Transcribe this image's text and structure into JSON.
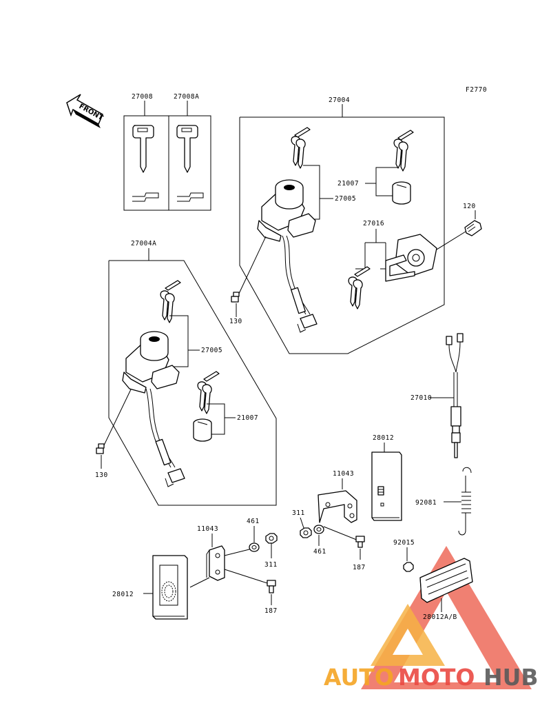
{
  "figure_code": "F2770",
  "front_label": "FRONT",
  "parts": {
    "key_27008": "27008",
    "key_27008A": "27008A",
    "set_27004": "27004",
    "set_27004A": "27004A",
    "switch_27005_top": "27005",
    "switch_27005_left": "27005",
    "cap_21007_top": "21007",
    "cap_21007_left": "21007",
    "lock_27016": "27016",
    "bolt_120": "120",
    "bolt_130_top": "130",
    "bolt_130_left": "130",
    "switch_27010": "27010",
    "reflector_28012_mid": "28012",
    "reflector_28012_left": "28012",
    "reflector_28012AB": "28012A/B",
    "bracket_11043_mid": "11043",
    "bracket_11043_left": "11043",
    "spring_92081": "92081",
    "nut_92015": "92015",
    "nut_311_mid": "311",
    "nut_311_left": "311",
    "washer_461_mid": "461",
    "washer_461_left": "461",
    "bolt_187_mid": "187",
    "bolt_187_left": "187"
  },
  "watermark": {
    "part1": "AUTO",
    "part2": "MOTO",
    "part3": "HUB",
    "colors": {
      "orange": "#f5a524",
      "red": "#ea4a43",
      "gray": "#5a5a5a",
      "triangle": "#ee6a5a"
    }
  }
}
